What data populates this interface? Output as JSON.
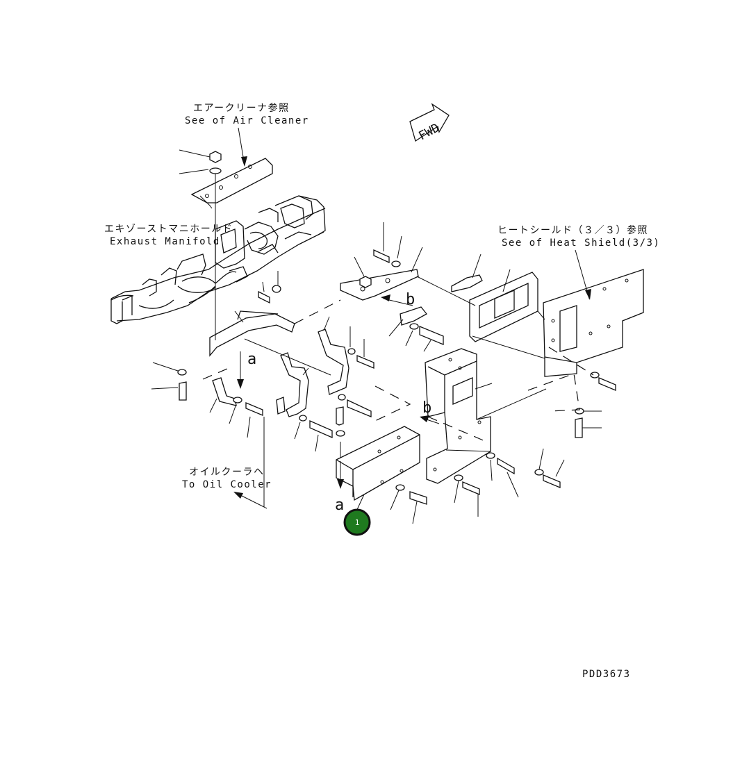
{
  "labels": {
    "air_cleaner_jp": "エアークリーナ参照",
    "air_cleaner_en": "See of Air Cleaner",
    "exhaust_jp": "エキゾーストマニホールド",
    "exhaust_en": "Exhaust Manifold",
    "heat_shield_jp": "ヒートシールド（３／３）参照",
    "heat_shield_en": "See of Heat Shield(3/3)",
    "oil_cooler_jp": "オイルクーラヘ",
    "oil_cooler_en": "To Oil Cooler",
    "fwd": "FWD",
    "view_a_upper": "a",
    "view_a_lower": "a",
    "view_b_upper": "b",
    "view_b_lower": "b",
    "drawing_number": "PDD3673"
  },
  "callout": {
    "number": "1",
    "color": "#1f7a1f"
  }
}
